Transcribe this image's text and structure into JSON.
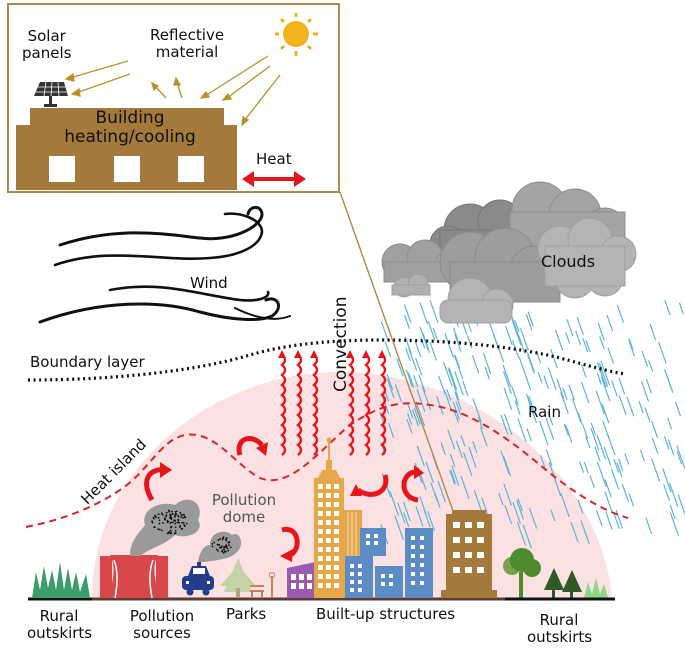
{
  "inset": {
    "solar_panels": [
      "Solar",
      "panels"
    ],
    "reflective_material": [
      "Reflective",
      "material"
    ],
    "building_label": [
      "Building",
      "heating/cooling"
    ],
    "heat": "Heat"
  },
  "atmosphere": {
    "wind": "Wind",
    "clouds": "Clouds",
    "boundary_layer": "Boundary layer",
    "rain": "Rain",
    "convection": "Convection",
    "heat_island": "Heat island",
    "pollution_dome": [
      "Pollution",
      "dome"
    ]
  },
  "ground_labels": {
    "rural_left": [
      "Rural",
      "outskirts"
    ],
    "pollution_sources": [
      "Pollution",
      "sources"
    ],
    "parks": "Parks",
    "built_up": "Built-up structures",
    "rural_right": [
      "Rural",
      "outskirts"
    ]
  },
  "colors": {
    "inset_border": "#b08a4a",
    "building_brown": "#a47a3c",
    "sun": "#f2b21c",
    "heat_red": "#e8141c",
    "dome_pink": "#fbe1e1",
    "rain_blue": "#5fb4dc",
    "tower_orange": "#e5a94a",
    "blue_building": "#5b8cc6",
    "purple_building": "#9a5bb0",
    "plant_red": "#d9474a",
    "car_blue": "#223e8a",
    "grass_green": "#3a9d6a",
    "tree_green": "#4e8a2e"
  }
}
